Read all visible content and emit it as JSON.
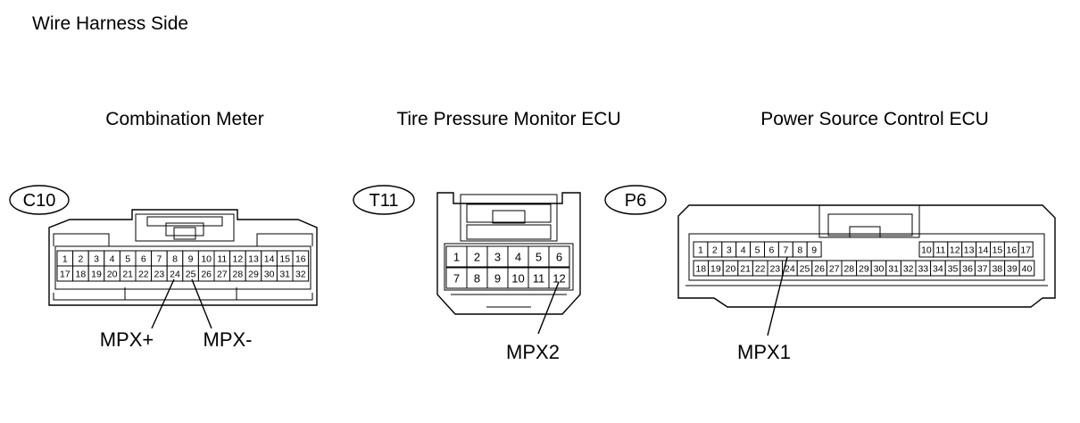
{
  "heading": "Wire Harness Side",
  "connectors": [
    {
      "title": "Combination Meter",
      "code": "C10",
      "rows": [
        [
          "1",
          "2",
          "3",
          "4",
          "5",
          "6",
          "7",
          "8",
          "9",
          "10",
          "11",
          "12",
          "13",
          "14",
          "15",
          "16"
        ],
        [
          "17",
          "18",
          "19",
          "20",
          "21",
          "22",
          "23",
          "24",
          "25",
          "26",
          "27",
          "28",
          "29",
          "30",
          "31",
          "32"
        ]
      ],
      "callouts": [
        "MPX+",
        "MPX-"
      ]
    },
    {
      "title": "Tire Pressure Monitor ECU",
      "code": "T11",
      "rows": [
        [
          "1",
          "2",
          "3",
          "4",
          "5",
          "6"
        ],
        [
          "7",
          "8",
          "9",
          "10",
          "11",
          "12"
        ]
      ],
      "callouts": [
        "MPX2"
      ]
    },
    {
      "title": "Power Source Control ECU",
      "code": "P6",
      "rows": [
        [
          "1",
          "2",
          "3",
          "4",
          "5",
          "6",
          "7",
          "8",
          "9",
          "10",
          "11",
          "12",
          "13",
          "14",
          "15",
          "16",
          "17"
        ],
        [
          "18",
          "19",
          "20",
          "21",
          "22",
          "23",
          "24",
          "25",
          "26",
          "27",
          "28",
          "29",
          "30",
          "31",
          "32",
          "33",
          "34",
          "35",
          "36",
          "37",
          "38",
          "39",
          "40"
        ]
      ],
      "callouts": [
        "MPX1"
      ]
    }
  ]
}
